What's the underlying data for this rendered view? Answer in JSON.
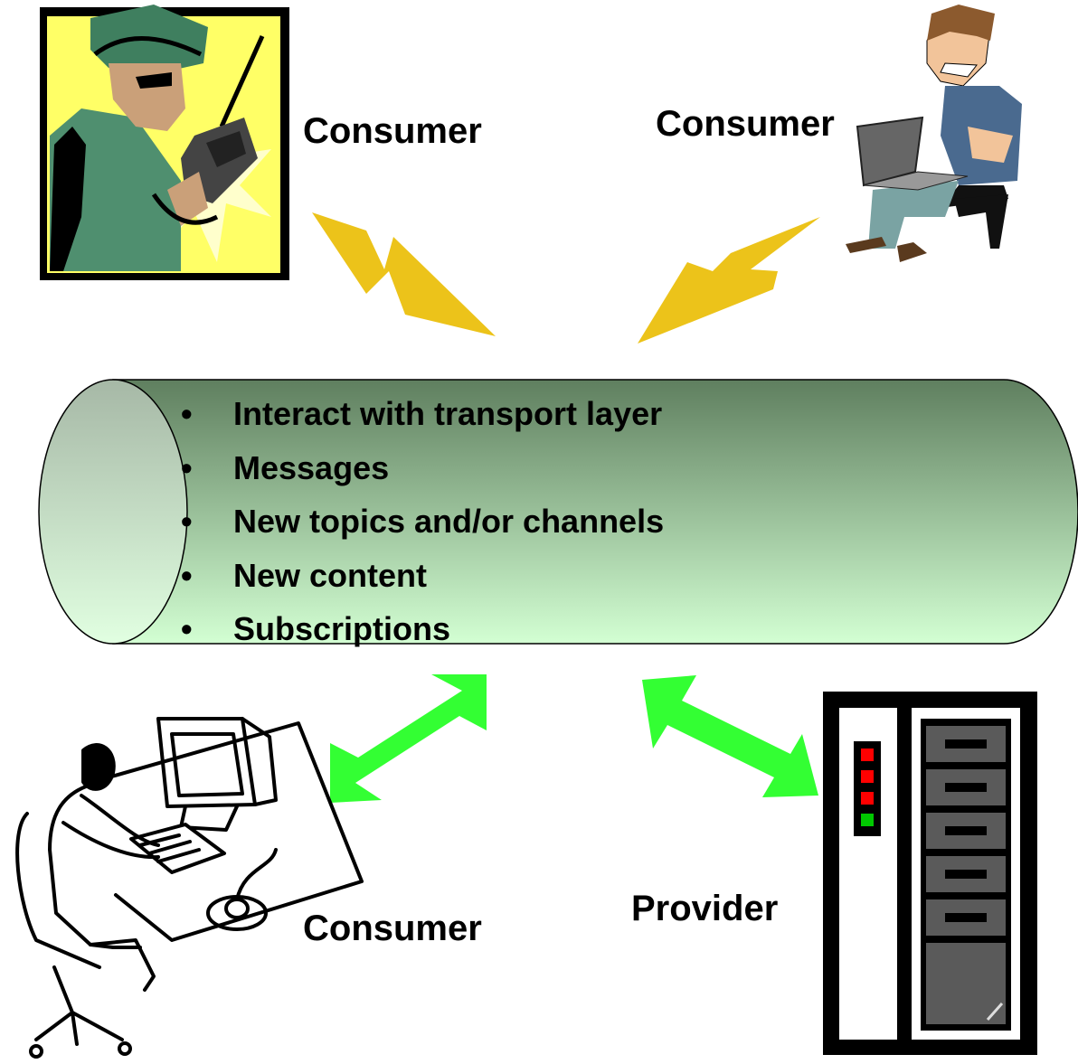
{
  "nodes": {
    "consumer_soldier": {
      "label": "Consumer",
      "icon": "soldier-radio-icon"
    },
    "consumer_laptop": {
      "label": "Consumer",
      "icon": "laptop-user-icon"
    },
    "consumer_desk": {
      "label": "Consumer",
      "icon": "desk-computer-user-icon"
    },
    "provider_server": {
      "label": "Provider",
      "icon": "server-rack-icon"
    }
  },
  "pipe": {
    "bullet_char": "•",
    "items": [
      "Interact with transport layer",
      "Messages",
      "New topics and/or channels",
      "New content",
      "Subscriptions"
    ]
  },
  "colors": {
    "lightning": "#ecc31a",
    "arrow": "#33ff33",
    "pipe_top": "#5f7f5f",
    "pipe_bottom": "#d3ffd3",
    "server_led_red": "#ff0000",
    "server_led_green": "#00c800"
  }
}
